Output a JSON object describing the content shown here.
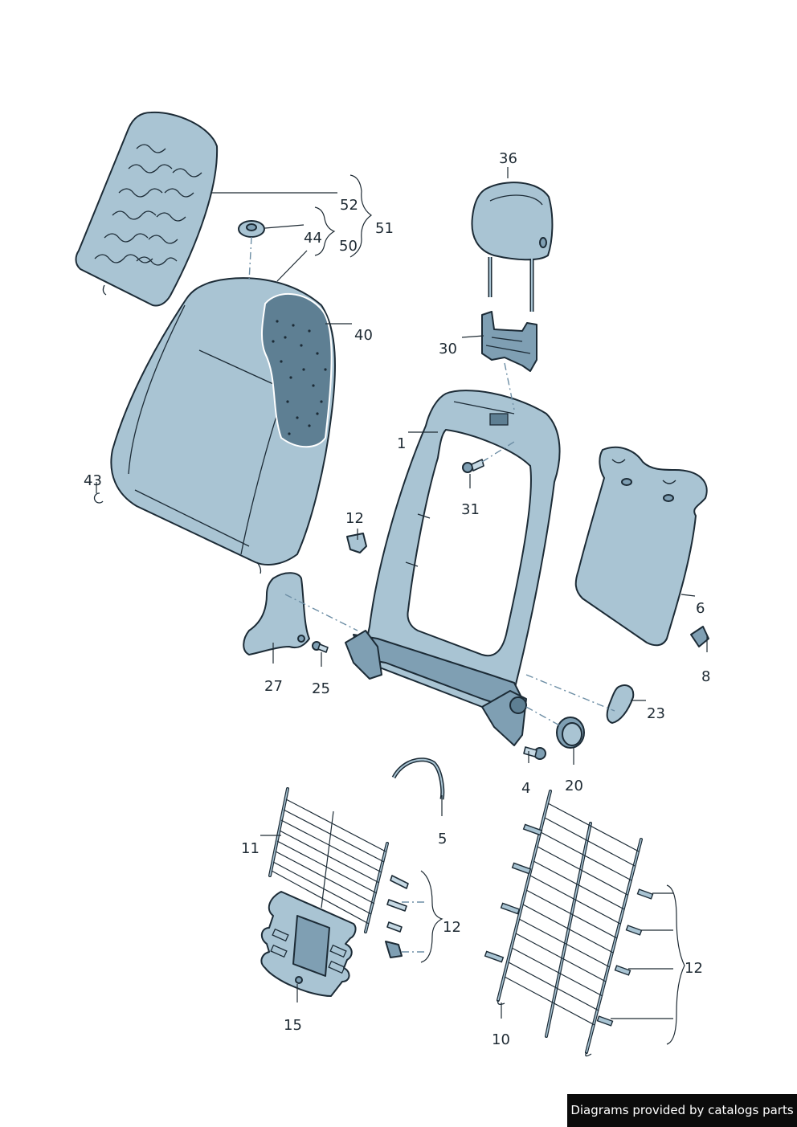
{
  "diagram": {
    "callouts": [
      {
        "id": "52",
        "text": "52"
      },
      {
        "id": "51",
        "text": "51"
      },
      {
        "id": "44",
        "text": "44"
      },
      {
        "id": "50",
        "text": "50"
      },
      {
        "id": "40",
        "text": "40"
      },
      {
        "id": "43",
        "text": "43"
      },
      {
        "id": "36",
        "text": "36"
      },
      {
        "id": "30",
        "text": "30"
      },
      {
        "id": "1",
        "text": "1"
      },
      {
        "id": "31",
        "text": "31"
      },
      {
        "id": "12a",
        "text": "12"
      },
      {
        "id": "6",
        "text": "6"
      },
      {
        "id": "8",
        "text": "8"
      },
      {
        "id": "27",
        "text": "27"
      },
      {
        "id": "25",
        "text": "25"
      },
      {
        "id": "23",
        "text": "23"
      },
      {
        "id": "4",
        "text": "4"
      },
      {
        "id": "20",
        "text": "20"
      },
      {
        "id": "5",
        "text": "5"
      },
      {
        "id": "11",
        "text": "11"
      },
      {
        "id": "12b",
        "text": "12"
      },
      {
        "id": "15",
        "text": "15"
      },
      {
        "id": "12c",
        "text": "12"
      },
      {
        "id": "10",
        "text": "10"
      }
    ]
  },
  "footer": {
    "credit": "Diagrams provided by catalogs parts"
  }
}
